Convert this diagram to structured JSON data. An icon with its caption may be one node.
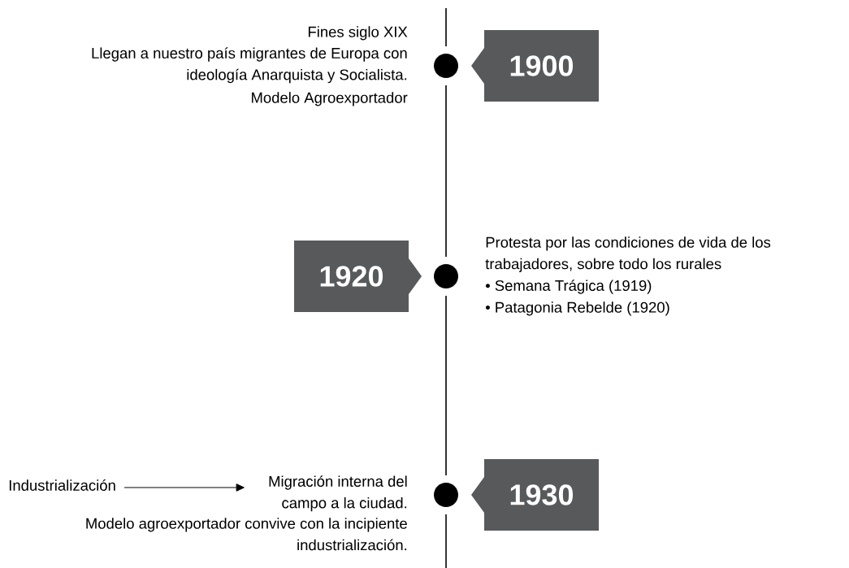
{
  "diagram": {
    "nodes": [
      {
        "text": [
          "1900"
        ],
        "beside": [
          "Fines siglo XIX",
          "Llegan a nuestro país migrantes de Europa con ideología Anarquista y Socialista.",
          "Modelo Agroexportador"
        ]
      },
      {
        "text": [
          "1920"
        ],
        "beside": [
          "Protesta por las condiciones de vida de los trabajadores, sobre todo los rurales",
          "• Semana Trágica (1919)",
          "• Patagonia Rebelde (1920)"
        ]
      },
      {
        "text": [
          "1930"
        ]
      },
      {
        "text": [
          "Industrialización"
        ]
      },
      {
        "text": [
          "Migración interna del campo a la ciudad."
        ]
      }
    ],
    "edges": [
      {
        "from": 3,
        "to": 4,
        "arrow": "to"
      }
    ],
    "labels": [
      "Modelo agroexportador convive con la incipiente industrialización."
    ]
  }
}
